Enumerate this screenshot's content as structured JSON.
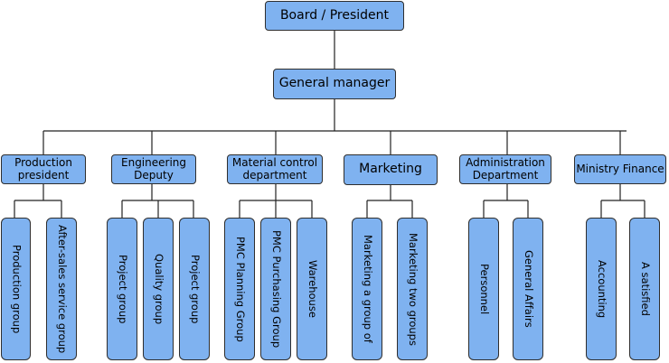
{
  "root": "Board / President",
  "manager": "General manager",
  "departments": [
    {
      "label": "Production president",
      "subs": [
        "Production group",
        "After-sales service group"
      ]
    },
    {
      "label": "Engineering Deputy",
      "subs": [
        "Project group",
        "Quality group",
        "Project group"
      ]
    },
    {
      "label": "Material control department",
      "subs": [
        "PMC Planning Group",
        "PMC Purchasing Group",
        "Warehouse"
      ]
    },
    {
      "label": "Marketing",
      "subs": [
        "Marketing a group of",
        "Marketing two groups"
      ]
    },
    {
      "label": "Administration Department",
      "subs": [
        "Personnel",
        "General Affairs"
      ]
    },
    {
      "label": "Ministry Finance",
      "subs": [
        "Accounting",
        "A satisfied"
      ]
    }
  ],
  "colors": {
    "box_fill": "#7fb2f0",
    "border": "#2e2e2e",
    "line": "#222222"
  }
}
